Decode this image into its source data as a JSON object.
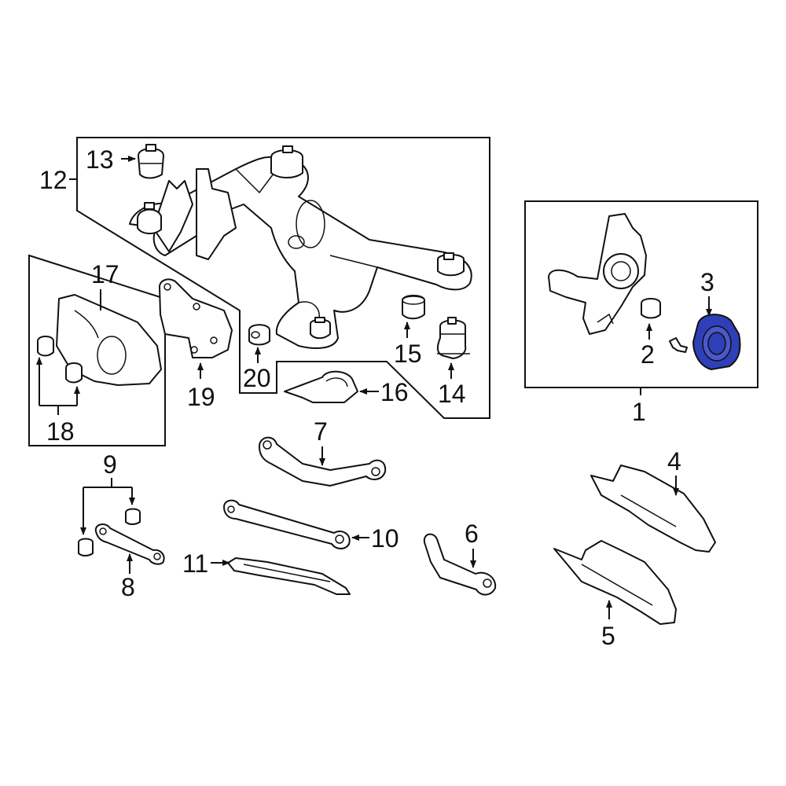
{
  "callouts": {
    "c1": "1",
    "c2": "2",
    "c3": "3",
    "c4": "4",
    "c5": "5",
    "c6": "6",
    "c7": "7",
    "c8": "8",
    "c9": "9",
    "c10": "10",
    "c11": "11",
    "c12": "12",
    "c13": "13",
    "c14": "14",
    "c15": "15",
    "c16": "16",
    "c17": "17",
    "c18": "18",
    "c19": "19",
    "c20": "20"
  },
  "colors": {
    "line": "#111111",
    "background": "#ffffff",
    "highlight": "#2f3fb8"
  },
  "highlighted_part": "3"
}
